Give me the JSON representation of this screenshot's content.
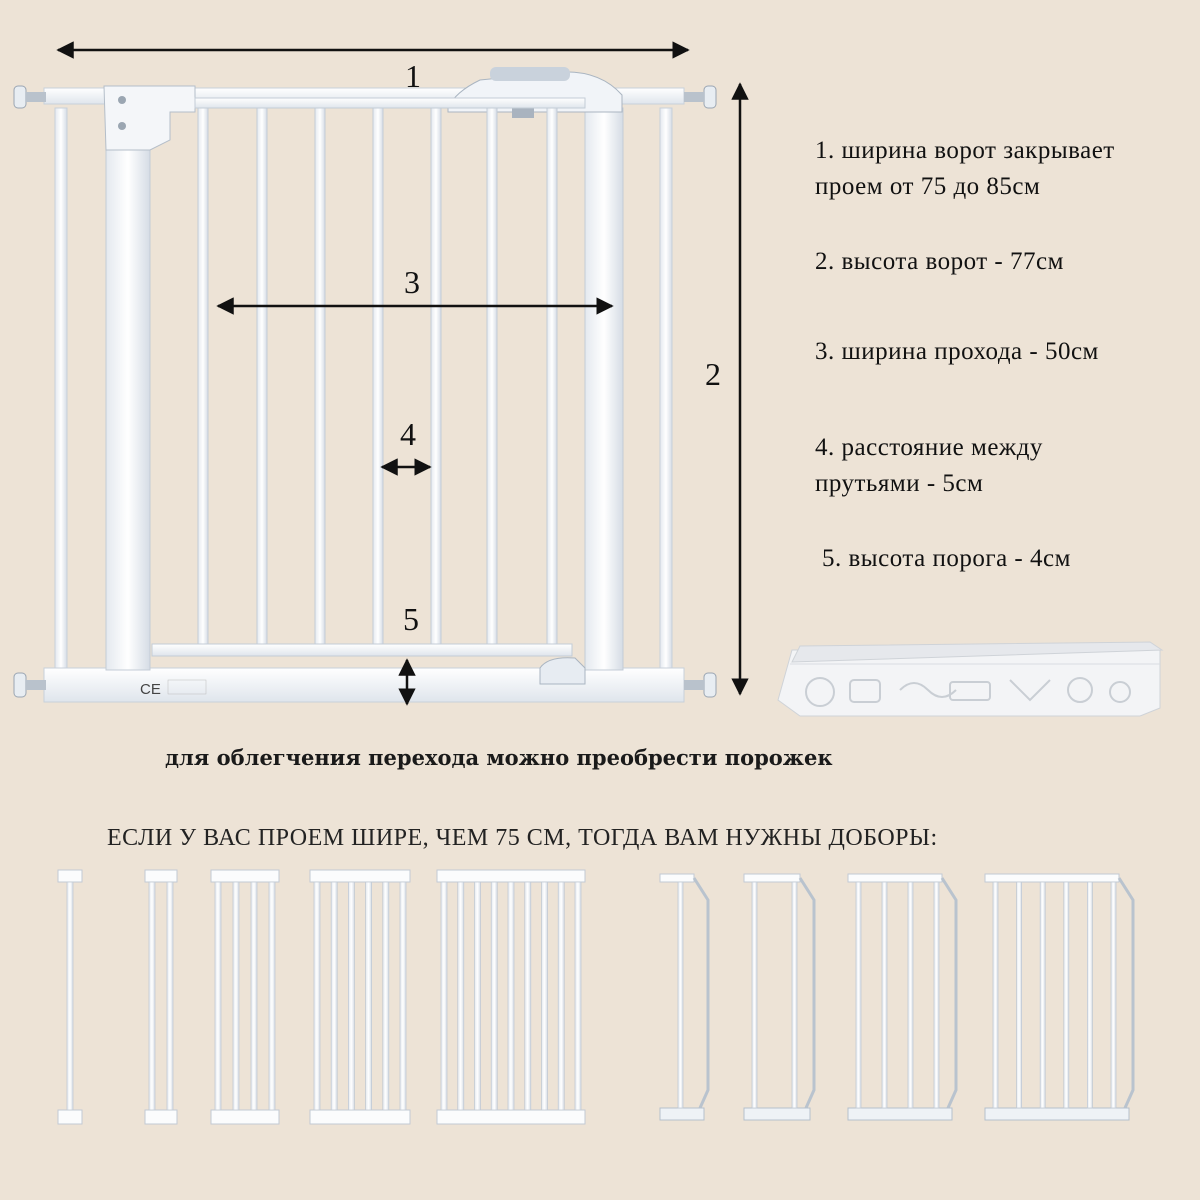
{
  "dimension_markers": [
    "1",
    "2",
    "3",
    "4",
    "5"
  ],
  "specs": [
    {
      "line1": "1. ширина ворот закрывает",
      "line2": "проем от 75 до 85см"
    },
    {
      "line1": "2. высота ворот - 77см"
    },
    {
      "line1": "3. ширина прохода - 50см"
    },
    {
      "line1": "4. расстояние между",
      "line2": "прутьями - 5см"
    },
    {
      "line1": "5. высота порога - 4см"
    }
  ],
  "threshold_caption": "для облегчения перехода можно преобрести порожек",
  "extensions_title": "ЕСЛИ У ВАС ПРОЕМ ШИРЕ, ЧЕМ 75 СМ, ТОГДА ВАМ НУЖНЫ ДОБОРЫ:",
  "gate_label": "CE",
  "colors": {
    "background": "#ede3d6",
    "gate": "#ffffff",
    "gate_shade": "#dce2ea",
    "arrow": "#111111"
  }
}
